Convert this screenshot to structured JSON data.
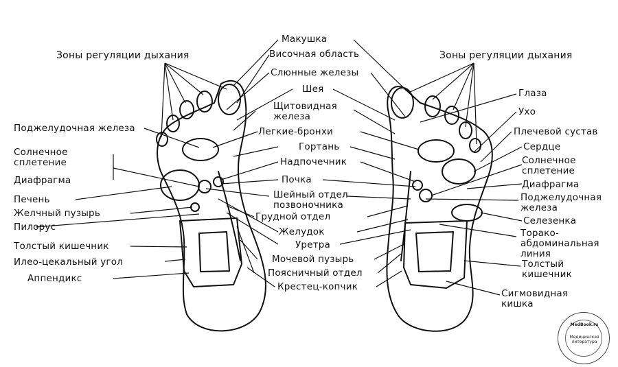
{
  "title_left": "Зоны регуляции дыхания",
  "title_right": "Зоны регуляции дыхания",
  "center_labels": [
    {
      "id": "makushka",
      "text": "Макушка"
    },
    {
      "id": "visochnaya",
      "text": "Височная область"
    },
    {
      "id": "slyunnye",
      "text": "Слюнные железы"
    },
    {
      "id": "sheya",
      "text": "Шея"
    },
    {
      "id": "shchitovidnaya",
      "text": "Щитовидная железа"
    },
    {
      "id": "legkie",
      "text": "Легкие-бронхи"
    },
    {
      "id": "gortan",
      "text": "Гортань"
    },
    {
      "id": "nadpochechnik",
      "text": "Надпочечник"
    },
    {
      "id": "pochka",
      "text": "Почка"
    },
    {
      "id": "sheyny",
      "text": "Шейный отдел позвоночника"
    },
    {
      "id": "grudnoy",
      "text": "Грудной отдел"
    },
    {
      "id": "zheludok",
      "text": "Желудок"
    },
    {
      "id": "uretra",
      "text": "Уретра"
    },
    {
      "id": "mochevoy",
      "text": "Мочевой пузырь"
    },
    {
      "id": "poyasnichny",
      "text": "Поясничный отдел"
    },
    {
      "id": "krestets",
      "text": "Крестец-копчик"
    }
  ],
  "left_labels": [
    {
      "id": "podzheludochnaya_l",
      "text": "Поджелудочная железа"
    },
    {
      "id": "solnechnoe_l",
      "text": "Солнечное сплетение"
    },
    {
      "id": "diafragma_l",
      "text": "Диафрагма"
    },
    {
      "id": "pechen",
      "text": "Печень"
    },
    {
      "id": "zhelchny",
      "text": "Желчный пузырь"
    },
    {
      "id": "pilor",
      "text": "Пилоруc"
    },
    {
      "id": "tolsty_l",
      "text": "Толстый кишечник"
    },
    {
      "id": "ileo",
      "text": "Илео-цекальный угол"
    },
    {
      "id": "appendiks",
      "text": "Аппендикс"
    }
  ],
  "right_labels": [
    {
      "id": "glaza",
      "text": "Глаза"
    },
    {
      "id": "ukho",
      "text": "Ухо"
    },
    {
      "id": "plechevoy",
      "text": "Плечевой сустав"
    },
    {
      "id": "serdtse",
      "text": "Сердце"
    },
    {
      "id": "solnechnoe_r",
      "text": "Солнечное сплетение"
    },
    {
      "id": "diafragma_r",
      "text": "Диафрагма"
    },
    {
      "id": "podzheludochnaya_r",
      "text": "Поджелудочная железа"
    },
    {
      "id": "selezenka",
      "text": "Селезенка"
    },
    {
      "id": "torako",
      "text": "Торако-абдоминальная линия"
    },
    {
      "id": "tolsty_r",
      "text": "Толстый кишечник"
    },
    {
      "id": "sigmovidnaya",
      "text": "Сигмовидная кишка"
    }
  ],
  "watermark": {
    "line1": "MedBook.ru",
    "line2": "Медицинская литература"
  }
}
